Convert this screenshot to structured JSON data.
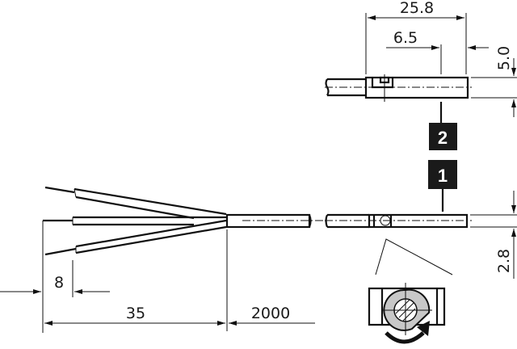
{
  "drawing": {
    "title": "Cylinder sensor dimensional drawing",
    "background": "#ffffff",
    "line_color": "#111111",
    "badge_color": "#1a1a1a",
    "highlight_fill": "#c8c8c8"
  },
  "dimensions": {
    "overall_length": "25.8",
    "offset_to_sensing_point": "6.5",
    "height_top_view": "5.0",
    "diameter_side_view": "2.8",
    "strip_length": "8",
    "lead_breakout_length": "35",
    "cable_length": "2000"
  },
  "callouts": [
    {
      "number": "2",
      "meaning": "top-view sensing point"
    },
    {
      "number": "1",
      "meaning": "side-view sensing point"
    }
  ],
  "detail": {
    "rotation_arrow": "clamp rotation",
    "view": "clamping screw detail"
  }
}
